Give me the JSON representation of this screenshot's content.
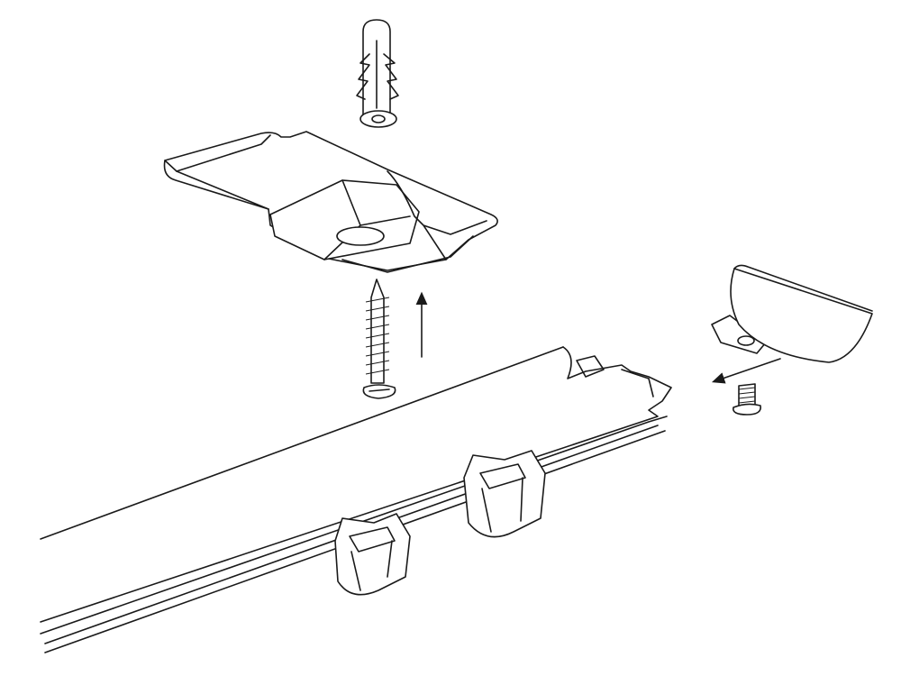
{
  "diagram": {
    "colors": {
      "line": "#1a1a1a",
      "background": "#ffffff"
    },
    "parts": [
      "wall-plug",
      "bracket",
      "wood-screw",
      "curtain-rail",
      "glider-hook",
      "end-cap",
      "end-cap-screw"
    ],
    "arrows": [
      "up",
      "left"
    ]
  }
}
